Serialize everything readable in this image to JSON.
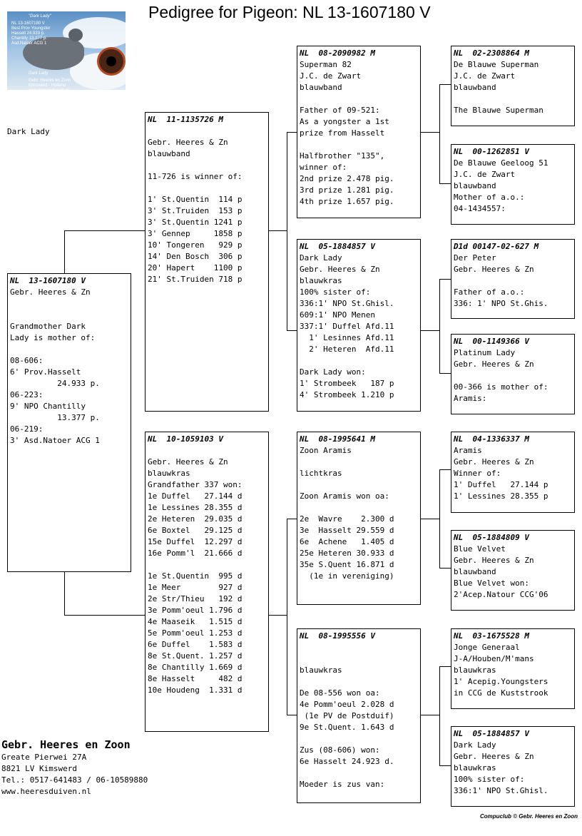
{
  "title": "Pedigree for Pigeon: NL  13-1607180 V",
  "photo": {
    "caption_name": "\"Dark Lady\"",
    "caption_lines": "NL 13-1607180 V\nBest Prov Youngster\nHasselt 24.933 p.\nChantilly 13.377 p.\nAsd.Natoer ACG 1",
    "caption_bottom_name": "Dark Lady",
    "caption_bottom_lines": "Gebr. Heeres en Zoon\nKimswerd - Holland\nwww.heeresduiven.nl"
  },
  "side_name": "Dark Lady",
  "pigeons": {
    "p0": {
      "ring": "NL  13-1607180 V",
      "body": "Gebr. Heeres & Zn\n\n\nGrandmother Dark\nLady is mother of:\n\n08-606:\n6' Prov.Hasselt\n          24.933 p.\n06-223:\n9' NPO Chantilly\n          13.377 p.\n06-219:\n3' Asd.Natoer ACG 1"
    },
    "p1": {
      "ring": "NL  11-1135726 M",
      "body": "\nGebr. Heeres & Zn\nblauwband\n\n11-726 is winner of:\n\n1' St.Quentin  114 p\n3' St.Truiden  153 p\n3' St.Quentin 1241 p\n3' Gennep     1858 p\n10' Tongeren   929 p\n14' Den Bosch  306 p\n20' Hapert    1100 p\n21' St.Truiden 718 p"
    },
    "p2": {
      "ring": "NL  10-1059103 V",
      "body": "\nGebr. Heeres & Zn\nblauwkras\nGrandfather 337 won:\n1e Duffel   27.144 d\n1e Lessines 28.355 d\n2e Heteren  29.035 d\n6e Boxtel   29.125 d\n15e Duffel  12.297 d\n16e Pomm'l  21.666 d\n\n1e St.Quentin  995 d\n1e Meer        927 d\n2e Str/Thieu   192 d\n3e Pomm'oeul 1.796 d\n4e Maaseik   1.515 d\n5e Pomm'oeul 1.253 d\n6e Duffel    1.583 d\n8e St.Quent. 1.257 d\n8e Chantilly 1.669 d\n8e Hasselt     482 d\n10e Houdeng  1.331 d"
    },
    "p3": {
      "ring": "NL  08-2090982 M",
      "body": "Superman 82\nJ.C. de Zwart\nblauwband\n\nFather of 09-521:\nAs a yongster a 1st\nprize from Hasselt\n\nHalfbrother \"135\",\nwinner of:\n2nd prize 2.478 pig.\n3rd prize 1.281 pig.\n4th prize 1.657 pig."
    },
    "p4": {
      "ring": "NL  05-1884857 V",
      "body": "Dark Lady\nGebr. Heeres & Zn\nblauwkras\n100% sister of:\n336:1' NPO St.Ghisl.\n609:1' NPO Menen\n337:1' Duffel Afd.11\n  1' Lesinnes Afd.11\n  2' Heteren  Afd.11\n\nDark Lady won:\n1' Strombeek   187 p\n4' Strombeek 1.210 p"
    },
    "p5": {
      "ring": "NL  08-1995641 M",
      "body": "Zoon Aramis\n\nlichtkras\n\nZoon Aramis won oa:\n\n2e  Wavre    2.300 d\n3e  Hasselt 29.559 d\n6e  Achene   1.405 d\n25e Heteren 30.933 d\n35e S.Quent 16.871 d\n  (1e in vereniging)"
    },
    "p6": {
      "ring": "NL  08-1995556 V",
      "body": "\n\nblauwkras\n\nDe 08-556 won oa:\n4e Pomm'oeul 2.028 d\n (1e PV de Postduif)\n9e St.Quent. 1.643 d\n\nZus (08-606) won:\n6e Hasselt 24.923 d.\n\nMoeder is zus van:"
    },
    "p7": {
      "ring": "NL  02-2308864 M",
      "body": "De Blauwe Superman\nJ.C. de Zwart\nblauwband\n\nThe Blauwe Superman"
    },
    "p8": {
      "ring": "NL  00-1262851 V",
      "body": "De Blauwe Geeloog 51\nJ.C. de Zwart\nblauwband\nMother of a.o.:\n04-1434557:"
    },
    "p9": {
      "ring": "D1d 00147-02-627 M",
      "body": "Der Peter\nGebr. Heeres & Zn\n\nFather of a.o.:\n336: 1' NPO St.Ghis."
    },
    "p10": {
      "ring": "NL  00-1149366 V",
      "body": "Platinum Lady\nGebr. Heeres & Zn\n\n00-366 is mother of:\nAramis:"
    },
    "p11": {
      "ring": "NL  04-1336337 M",
      "body": "Aramis\nGebr. Heeres & Zn\nWinner of:\n1' Duffel   27.144 p\n1' Lessines 28.355 p"
    },
    "p12": {
      "ring": "NL  05-1884809 V",
      "body": "Blue Velvet\nGebr. Heeres & Zn\nblauwband\nBlue Velvet won:\n2'Acep.Natour CCG'06"
    },
    "p13": {
      "ring": "NL  03-1675528 M",
      "body": "Jonge Generaal\nJ-A/Houben/M'mans\nblauwkras\n1' Acepig.Youngsters\nin CCG de Kuststrook"
    },
    "p14": {
      "ring": "NL  05-1884857 V",
      "body": "Dark Lady\nGebr. Heeres & Zn\nblauwkras\n100% sister of:\n336:1' NPO St.Ghisl."
    }
  },
  "footer": {
    "name": "Gebr. Heeres en Zoon",
    "address": "Greate Pierwei 27A",
    "city": "8821 LV  Kimswerd",
    "phone": "Tel.: 0517-641483 / 06-10589880",
    "website": "www.heeresduiven.nl"
  },
  "credit": "Compuclub © Gebr. Heeres en Zoon"
}
